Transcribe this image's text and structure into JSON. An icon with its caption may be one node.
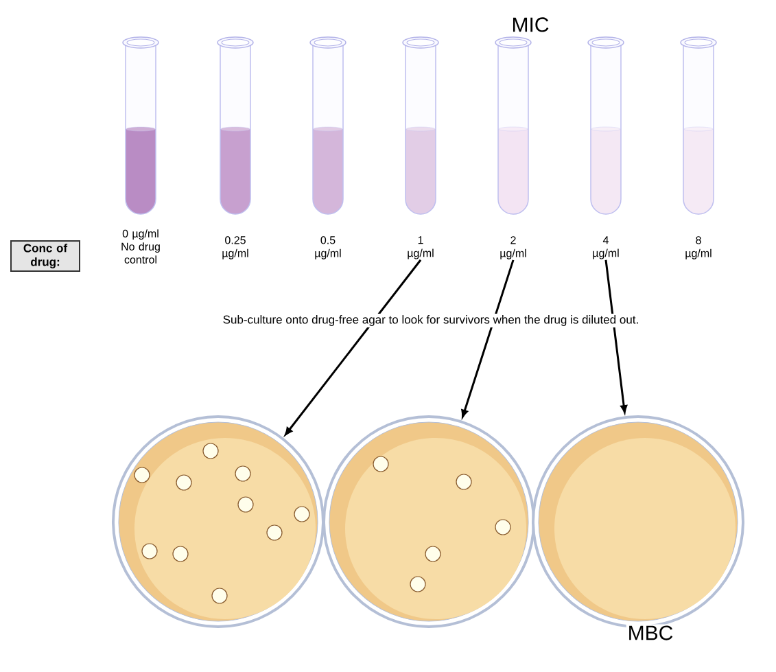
{
  "diagram": {
    "nodes": [
      {
        "text": [
          "0 µg/ml No drug control"
        ]
      },
      {
        "text": [
          "0.25 µg/ml"
        ]
      },
      {
        "text": [
          "0.5 µg/ml"
        ]
      },
      {
        "text": [
          "1 µg/ml"
        ]
      },
      {
        "text": [
          "2 µg/ml"
        ]
      },
      {
        "text": [
          "4 µg/ml"
        ]
      },
      {
        "text": [
          "8 µg/ml"
        ]
      },
      {
        "text": [
          "Conc of drug:"
        ]
      },
      {
        "text": [],
        "shape": "picture"
      },
      {
        "text": [],
        "shape": "picture"
      },
      {
        "text": [],
        "shape": "picture"
      }
    ],
    "edges": [
      {
        "from": 3,
        "to": 8,
        "arrow": "to"
      },
      {
        "from": 4,
        "to": 9,
        "arrow": "to"
      },
      {
        "from": 5,
        "to": 10,
        "arrow": "to"
      }
    ],
    "labels": [
      "MIC",
      "Sub-culture onto drug-free agar to look for survivors when the drug is diluted out.",
      "MBC"
    ]
  }
}
